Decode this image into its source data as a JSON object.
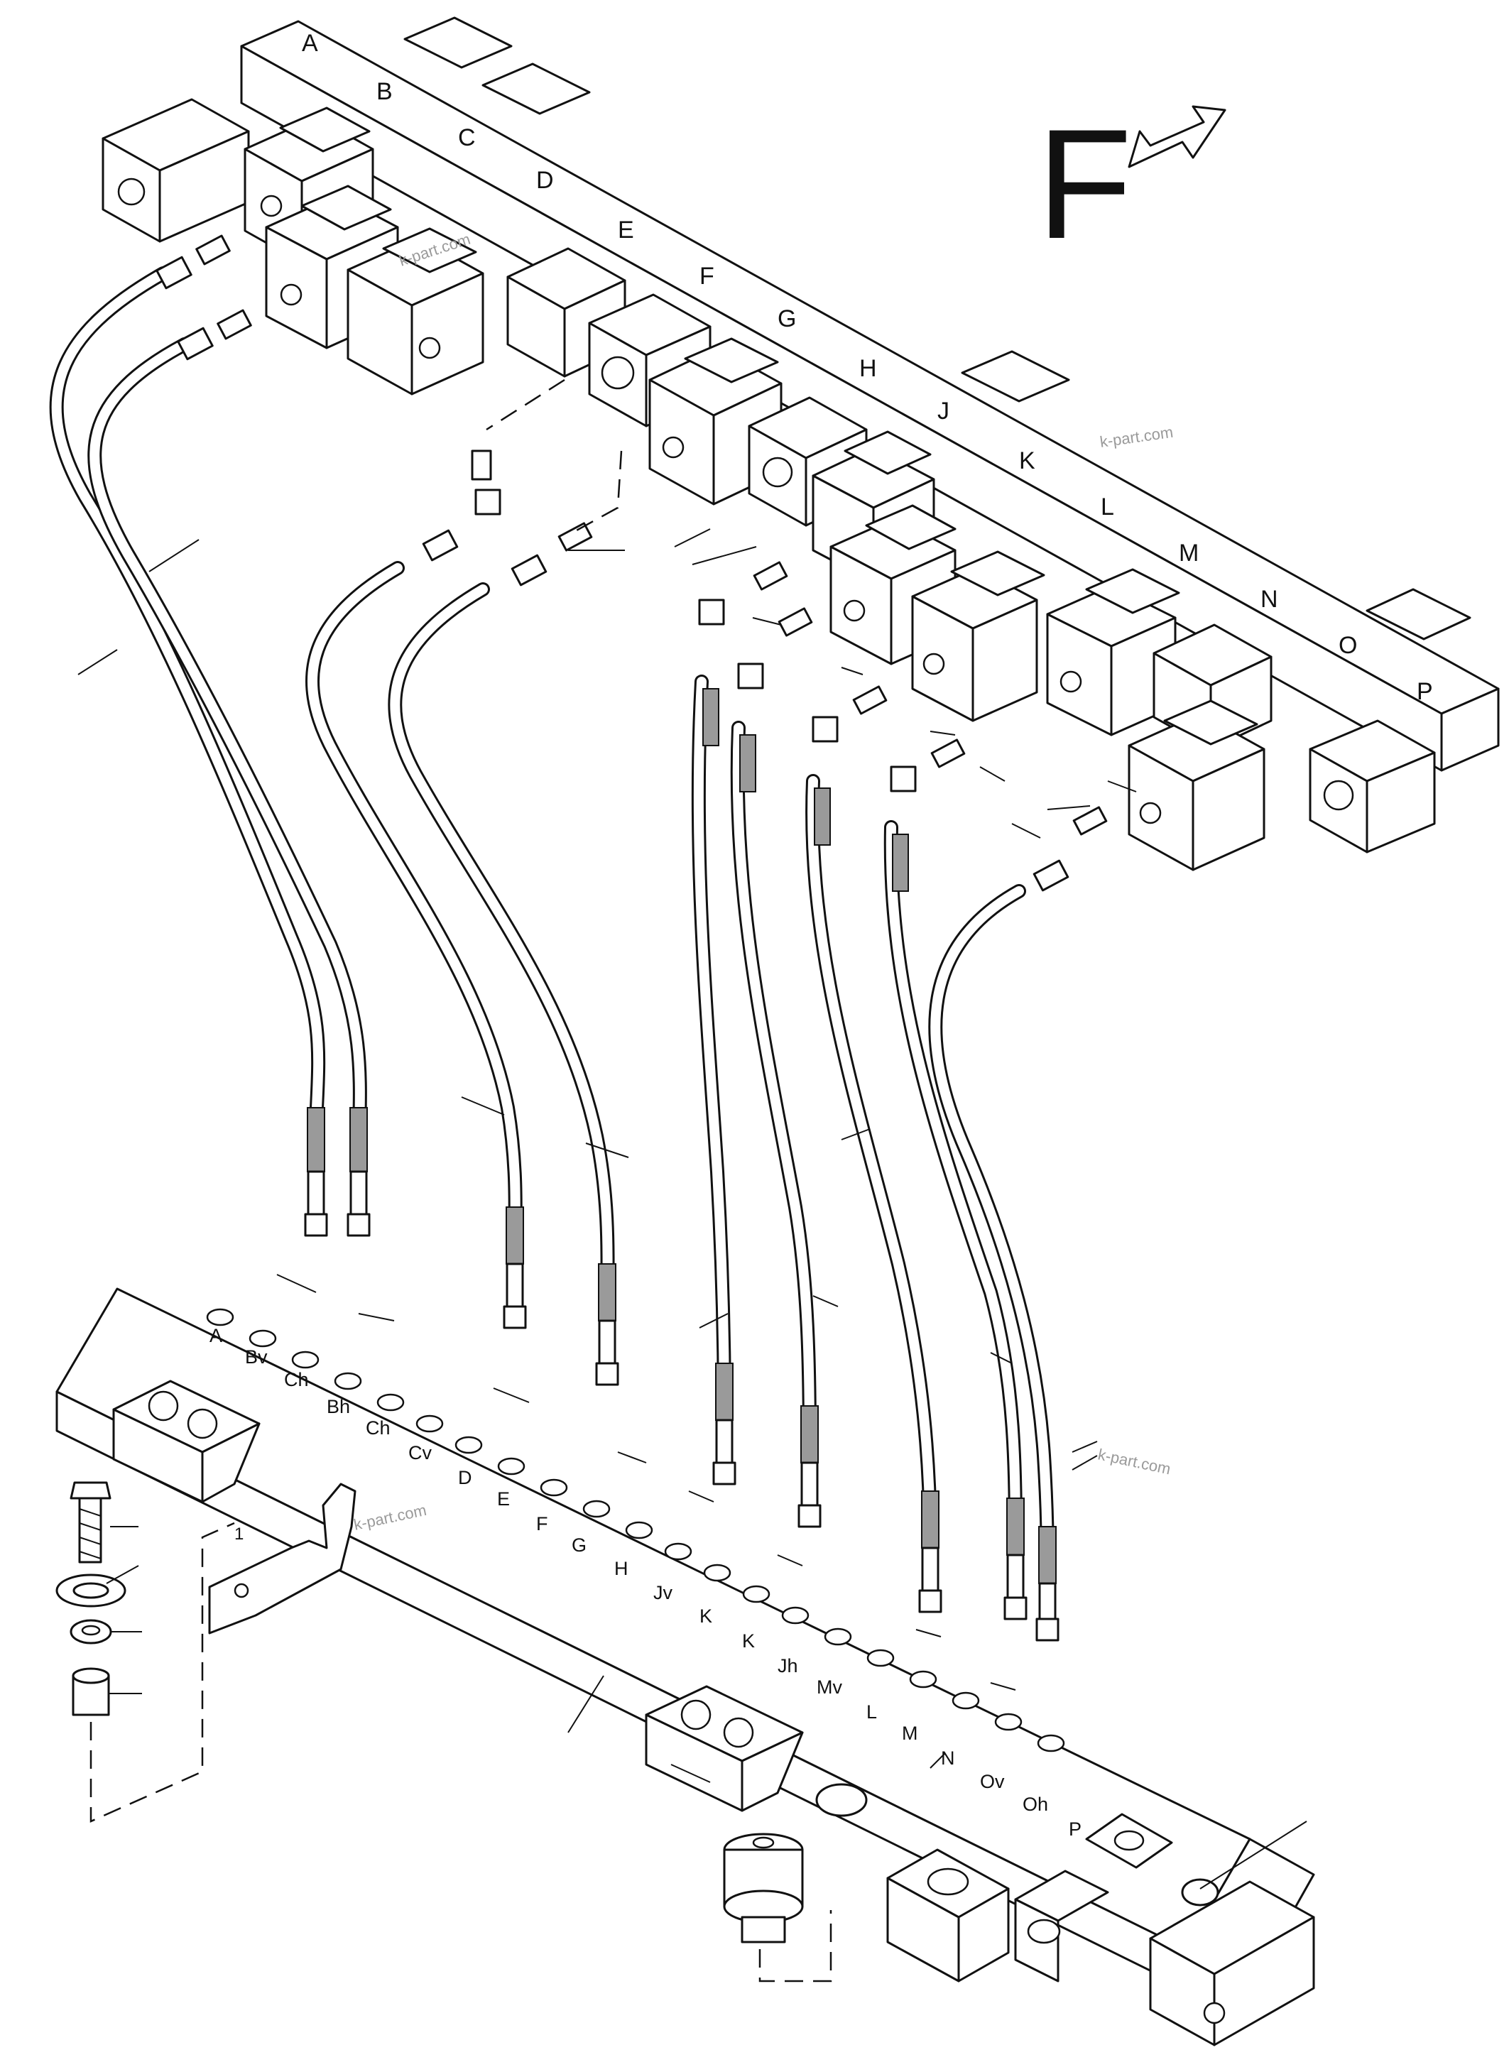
{
  "view_marker": {
    "letter": "F"
  },
  "valve_block_labels": [
    "A",
    "B",
    "C",
    "D",
    "E",
    "F",
    "G",
    "H",
    "J",
    "K",
    "L",
    "M",
    "N",
    "O",
    "P"
  ],
  "rail_port_labels": [
    "A",
    "Bv",
    "Ch",
    "Bh",
    "Ch",
    "Cv",
    "D",
    "E",
    "F",
    "G",
    "H",
    "Jv",
    "K",
    "K",
    "Jh",
    "Mv",
    "L",
    "M",
    "N",
    "Ov",
    "Oh",
    "P"
  ],
  "callout_number": "1",
  "watermarks": [
    "k-part.com",
    "k-part.com",
    "k-part.com",
    "k-part.com"
  ],
  "colors": {
    "line": "#111111",
    "background": "#ffffff",
    "braid": "#9a9a9a",
    "watermark": "#9a9a9a"
  }
}
